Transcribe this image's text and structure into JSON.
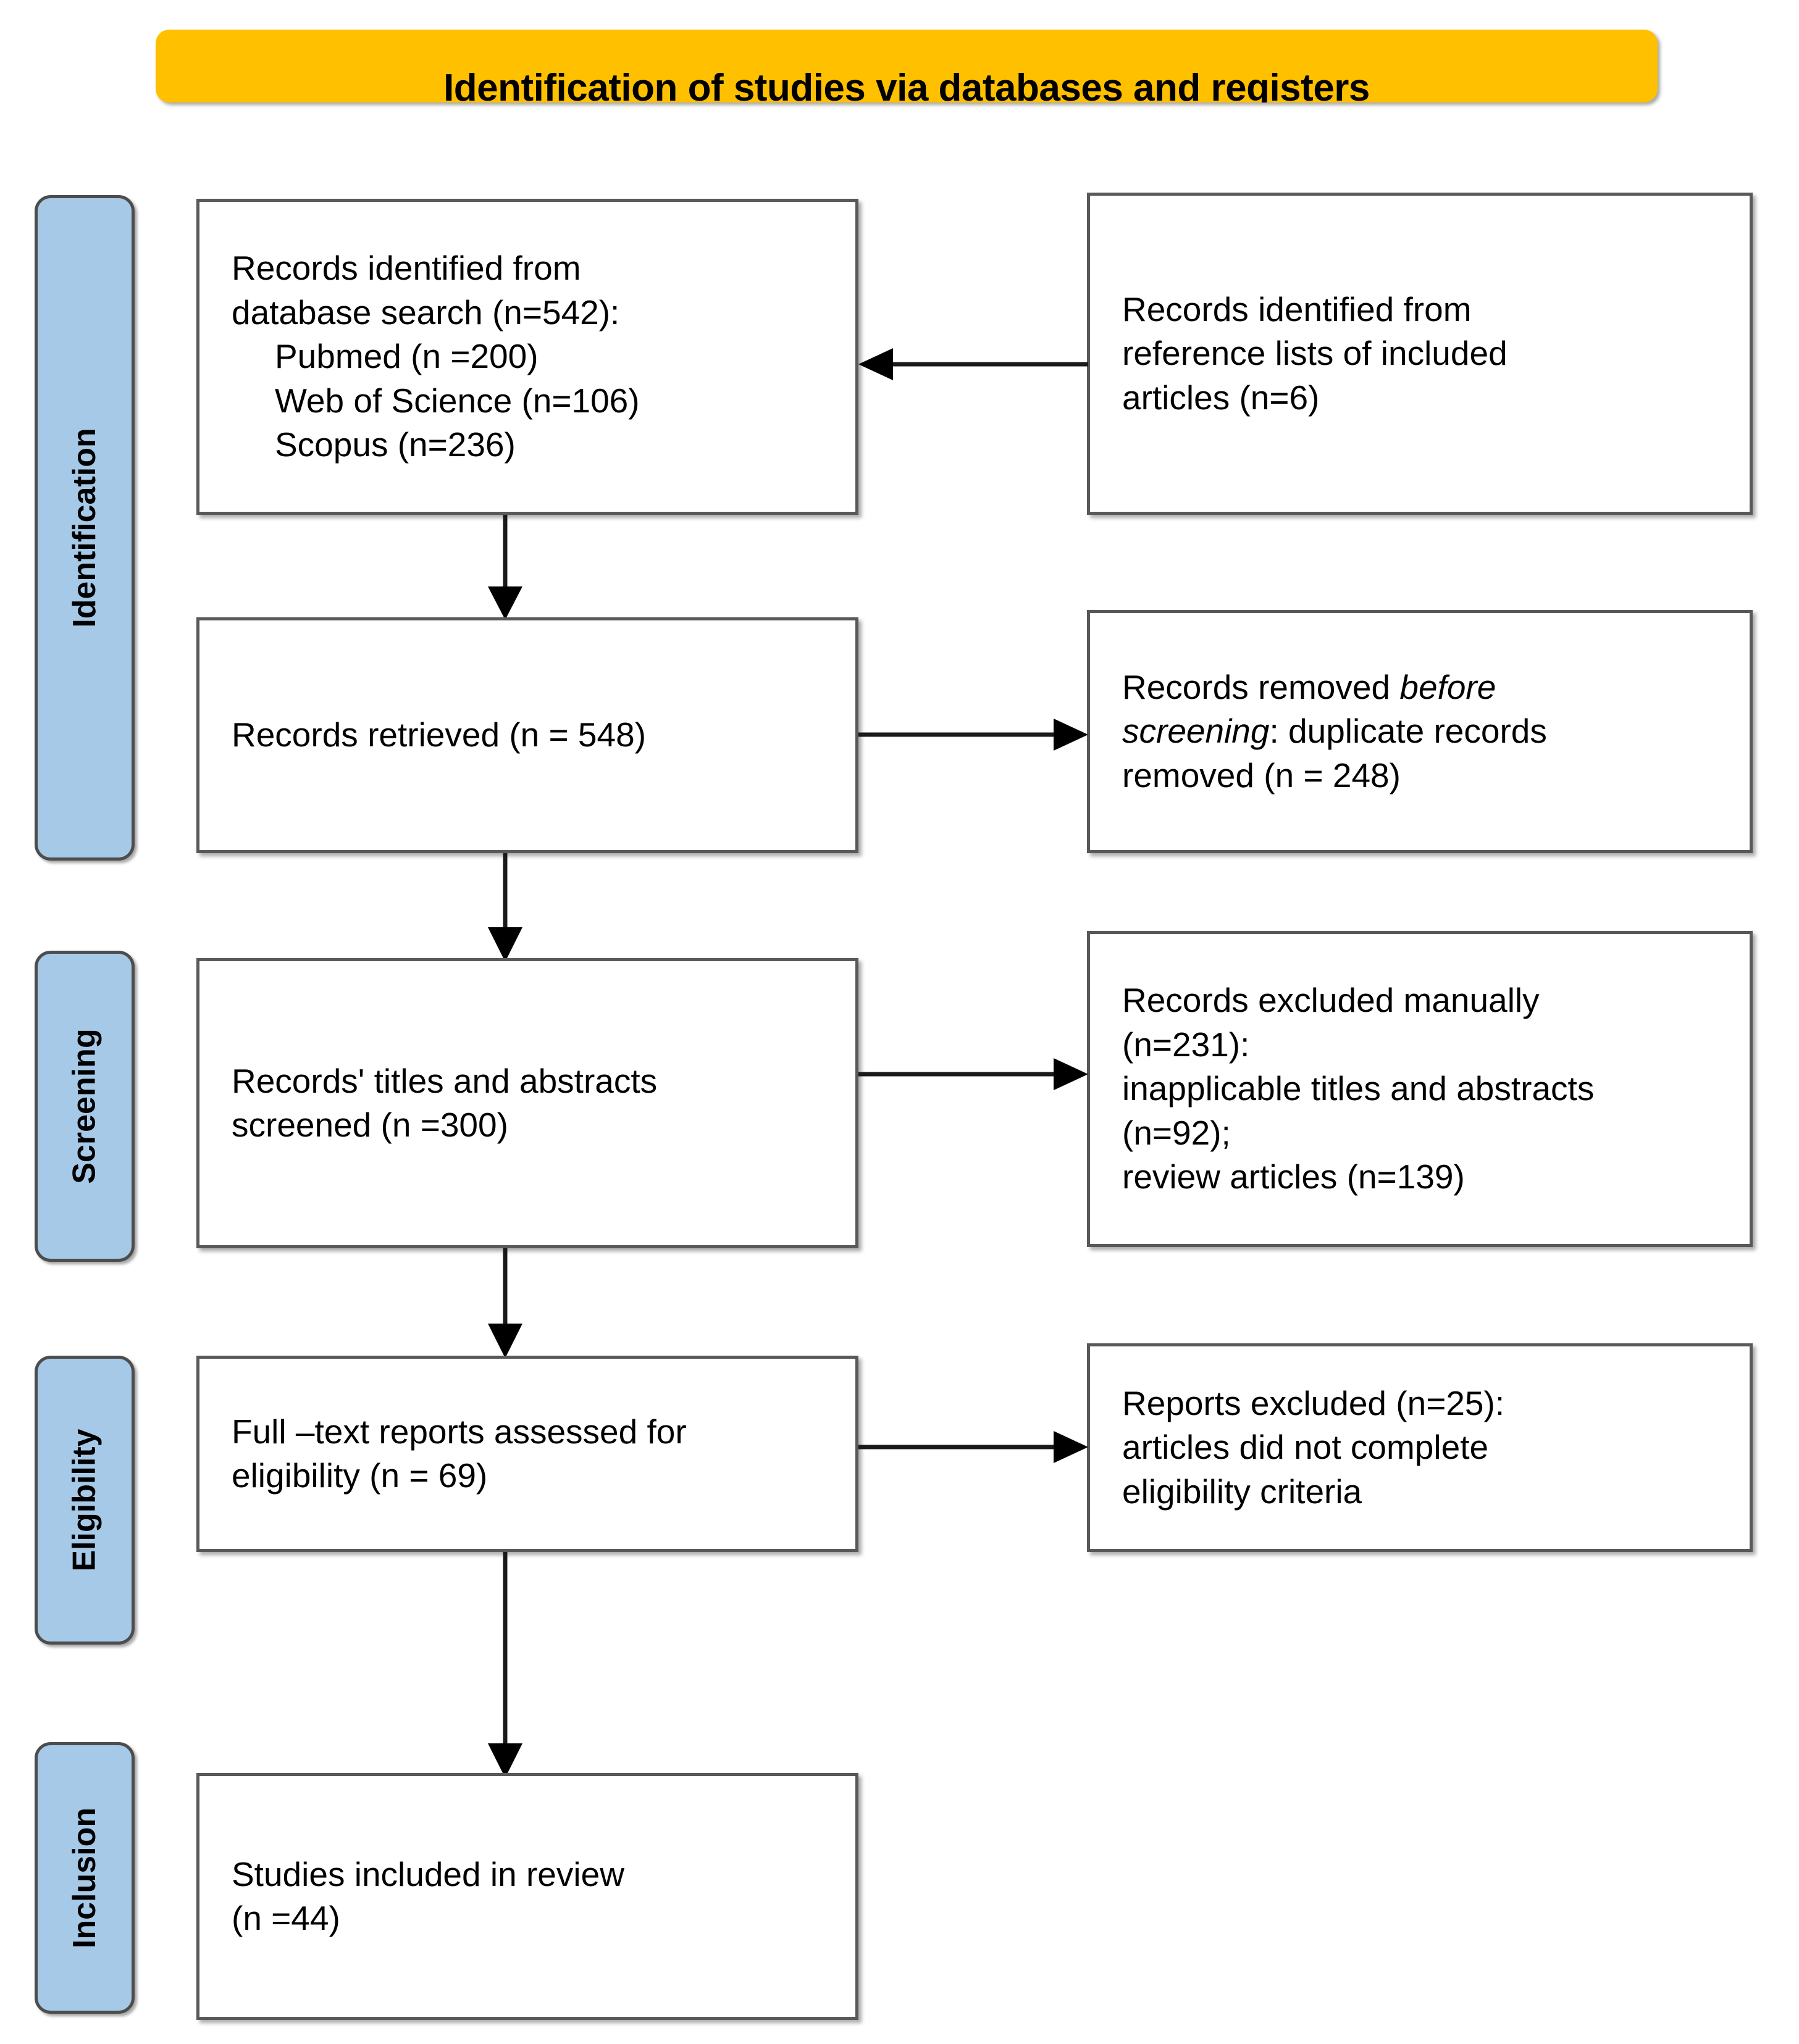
{
  "header": {
    "title": "Identification of studies via databases and registers",
    "banner_color": "#FFC000"
  },
  "stages": [
    {
      "id": "identification",
      "label": "Identification"
    },
    {
      "id": "screening",
      "label": "Screening"
    },
    {
      "id": "eligibility",
      "label": "Eligibility"
    },
    {
      "id": "inclusion",
      "label": "Inclusion"
    }
  ],
  "stage_color": "#A6C9E8",
  "boxes": {
    "records_identified_db": {
      "line1": "Records identified from",
      "line2": "database search (n=542):",
      "line3": "Pubmed (n =200)",
      "line4": "Web of Science (n=106)",
      "line5": "Scopus (n=236)"
    },
    "records_identified_refs": {
      "line1": "Records identified from",
      "line2": "reference lists of included",
      "line3": "articles (n=6)"
    },
    "records_retrieved": {
      "line1": "Records retrieved (n = 548)"
    },
    "records_removed": {
      "line1_a": "Records removed ",
      "line1_em": "before",
      "line2_em": "screening",
      "line2_b": ": duplicate records",
      "line3": "removed (n = 248)"
    },
    "records_screened": {
      "line1": "Records' titles and abstracts",
      "line2": "screened (n =300)"
    },
    "records_excluded": {
      "line1": "Records excluded manually",
      "line2": "(n=231):",
      "line3": "inapplicable titles and abstracts",
      "line4": "(n=92);",
      "line5": "review articles (n=139)"
    },
    "fulltext_assessed": {
      "line1": "Full –text reports assessed for",
      "line2": "eligibility (n = 69)"
    },
    "reports_excluded": {
      "line1": "Reports excluded (n=25):",
      "line2": "articles did not complete",
      "line3": "eligibility criteria"
    },
    "studies_included": {
      "line1": "Studies included in review",
      "line2": "(n =44)"
    }
  },
  "chart_data": {
    "type": "diagram",
    "title": "Identification of studies via databases and registers",
    "nodes": [
      {
        "id": "records_identified_db",
        "stage": "Identification",
        "n": 542,
        "breakdown": [
          {
            "source": "Pubmed",
            "n": 200
          },
          {
            "source": "Web of Science",
            "n": 106
          },
          {
            "source": "Scopus",
            "n": 236
          }
        ]
      },
      {
        "id": "records_identified_refs",
        "stage": "Identification",
        "n": 6
      },
      {
        "id": "records_retrieved",
        "stage": "Identification",
        "n": 548
      },
      {
        "id": "records_removed",
        "stage": "Identification",
        "n": 248
      },
      {
        "id": "records_screened",
        "stage": "Screening",
        "n": 300
      },
      {
        "id": "records_excluded",
        "stage": "Screening",
        "n": 231,
        "breakdown": [
          {
            "reason": "inapplicable titles and abstracts",
            "n": 92
          },
          {
            "reason": "review articles",
            "n": 139
          }
        ]
      },
      {
        "id": "fulltext_assessed",
        "stage": "Eligibility",
        "n": 69
      },
      {
        "id": "reports_excluded",
        "stage": "Eligibility",
        "n": 25
      },
      {
        "id": "studies_included",
        "stage": "Inclusion",
        "n": 44
      }
    ],
    "edges": [
      {
        "from": "records_identified_refs",
        "to": "records_identified_db",
        "direction": "left"
      },
      {
        "from": "records_identified_db",
        "to": "records_retrieved",
        "direction": "down"
      },
      {
        "from": "records_retrieved",
        "to": "records_removed",
        "direction": "right"
      },
      {
        "from": "records_retrieved",
        "to": "records_screened",
        "direction": "down"
      },
      {
        "from": "records_screened",
        "to": "records_excluded",
        "direction": "right"
      },
      {
        "from": "records_screened",
        "to": "fulltext_assessed",
        "direction": "down"
      },
      {
        "from": "fulltext_assessed",
        "to": "reports_excluded",
        "direction": "right"
      },
      {
        "from": "fulltext_assessed",
        "to": "studies_included",
        "direction": "down"
      }
    ]
  }
}
